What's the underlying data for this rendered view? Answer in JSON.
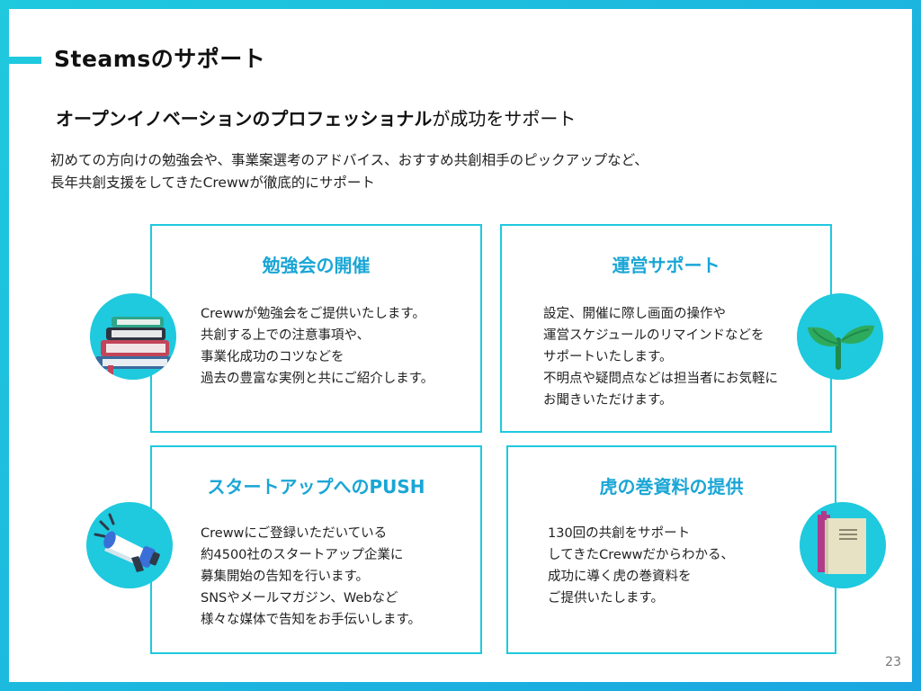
{
  "page": {
    "title": "Steamsのサポート",
    "subtitle_bold": "オープンイノベーションのプロフェッショナル",
    "subtitle_rest": "が成功をサポート",
    "intro_lines": [
      "初めての方向けの勉強会や、事業案選考のアドバイス、おすすめ共創相手のピックアップなど、",
      "長年共創支援をしてきたCrewwが徹底的にサポート"
    ],
    "page_number": "23"
  },
  "cards": [
    {
      "title": "勉強会の開催",
      "lines": [
        "Crewwが勉強会をご提供いたします。",
        "共創する上での注意事項や、",
        "事業化成功のコツなどを",
        "過去の豊富な実例と共にご紹介します。"
      ],
      "icon": "books-icon"
    },
    {
      "title": "運営サポート",
      "lines": [
        "設定、開催に際し画面の操作や",
        "運営スケジュールのリマインドなどを",
        "サポートいたします。",
        "不明点や疑問点などは担当者にお気軽に",
        "お聞きいただけます。"
      ],
      "icon": "sprout-icon"
    },
    {
      "title": "スタートアップへのPUSH",
      "lines": [
        "Crewwにご登録いただいている",
        "約4500社のスタートアップ企業に",
        "募集開始の告知を行います。",
        "SNSやメールマガジン、Webなど",
        "様々な媒体で告知をお手伝いします。"
      ],
      "icon": "megaphone-icon"
    },
    {
      "title": "虎の巻資料の提供",
      "lines": [
        "130回の共創をサポート",
        "してきたCrewwだからわかる、",
        "成功に導く虎の巻資料を",
        "ご提供いたします。"
      ],
      "icon": "book-icon"
    }
  ],
  "colors": {
    "accent": "#1fc9de",
    "card_title": "#1aa6d6",
    "frame_gradient_end": "#1aa6e0"
  }
}
